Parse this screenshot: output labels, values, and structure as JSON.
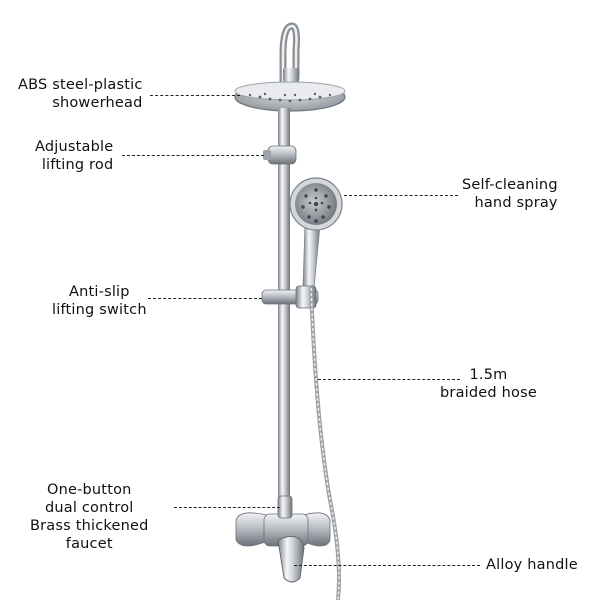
{
  "callouts": {
    "showerhead": {
      "lines": [
        "ABS steel-plastic",
        "showerhead"
      ]
    },
    "lifting_rod": {
      "lines": [
        "Adjustable",
        "lifting rod"
      ]
    },
    "hand_spray": {
      "lines": [
        "Self-cleaning",
        "hand spray"
      ]
    },
    "lifting_switch": {
      "lines": [
        "Anti-slip",
        "lifting switch"
      ]
    },
    "hose": {
      "lines": [
        "1.5m",
        "braided hose"
      ]
    },
    "faucet": {
      "lines": [
        "One-button",
        "dual control",
        "Brass thickened",
        "faucet"
      ]
    },
    "handle": {
      "lines": [
        "Alloy handle"
      ]
    }
  },
  "colors": {
    "background": "#ffffff",
    "text": "#111111",
    "leader": "#222222",
    "chrome_dark": "#8a8f96",
    "chrome_light": "#f4f5f7"
  }
}
